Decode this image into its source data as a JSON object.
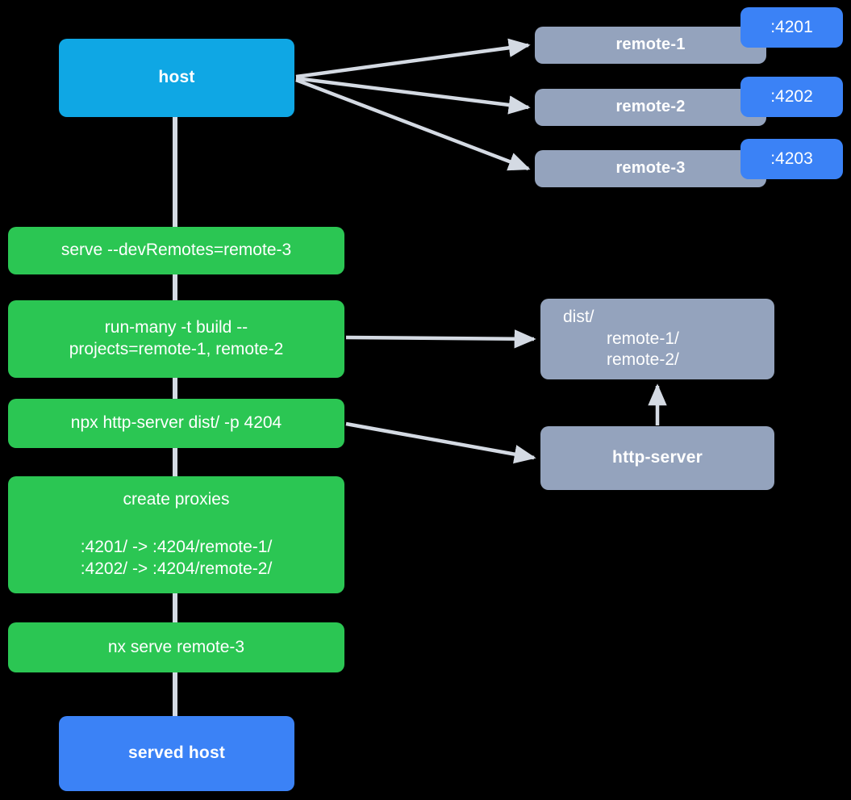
{
  "diagram": {
    "title": "host and dev remotes serving flow",
    "background_color": "#000000",
    "colors": {
      "host": "#0fa7e4",
      "served_host": "#3b82f6",
      "remote": "#94a3bd",
      "command": "#2bc653",
      "port_badge": "#3b82f6",
      "edge": "#d4dae3",
      "text": "#ffffff"
    }
  },
  "nodes": {
    "host": {
      "label": "host"
    },
    "served_host": {
      "label": "served host"
    },
    "remotes": [
      {
        "label": "remote-1",
        "port": ":4201"
      },
      {
        "label": "remote-2",
        "port": ":4202"
      },
      {
        "label": "remote-3",
        "port": ":4203"
      }
    ],
    "dist": {
      "root": "dist/",
      "children": [
        "remote-1/",
        "remote-2/"
      ]
    },
    "http_server": {
      "label": "http-server"
    }
  },
  "commands": [
    {
      "id": "serve-dev-remotes",
      "label": "serve --devRemotes=remote-3"
    },
    {
      "id": "run-many-build",
      "line1": "run-many -t build --",
      "line2": "projects=remote-1, remote-2"
    },
    {
      "id": "npx-http-server",
      "label": "npx http-server dist/ -p 4204"
    },
    {
      "id": "create-proxies",
      "label": "create proxies",
      "mappings": [
        ":4201/ -> :4204/remote-1/",
        ":4202/ -> :4204/remote-2/"
      ]
    },
    {
      "id": "nx-serve-remote-3",
      "label": "nx serve remote-3"
    }
  ],
  "edges": [
    {
      "from": "host",
      "to": "remote-1",
      "kind": "arrow"
    },
    {
      "from": "host",
      "to": "remote-2",
      "kind": "arrow"
    },
    {
      "from": "host",
      "to": "remote-3",
      "kind": "arrow"
    },
    {
      "from": "run-many-build",
      "to": "dist",
      "kind": "arrow"
    },
    {
      "from": "npx-http-server",
      "to": "http-server",
      "kind": "arrow"
    },
    {
      "from": "http-server",
      "to": "dist",
      "kind": "arrow"
    },
    {
      "from": "host",
      "to": "served-host",
      "kind": "line"
    }
  ]
}
